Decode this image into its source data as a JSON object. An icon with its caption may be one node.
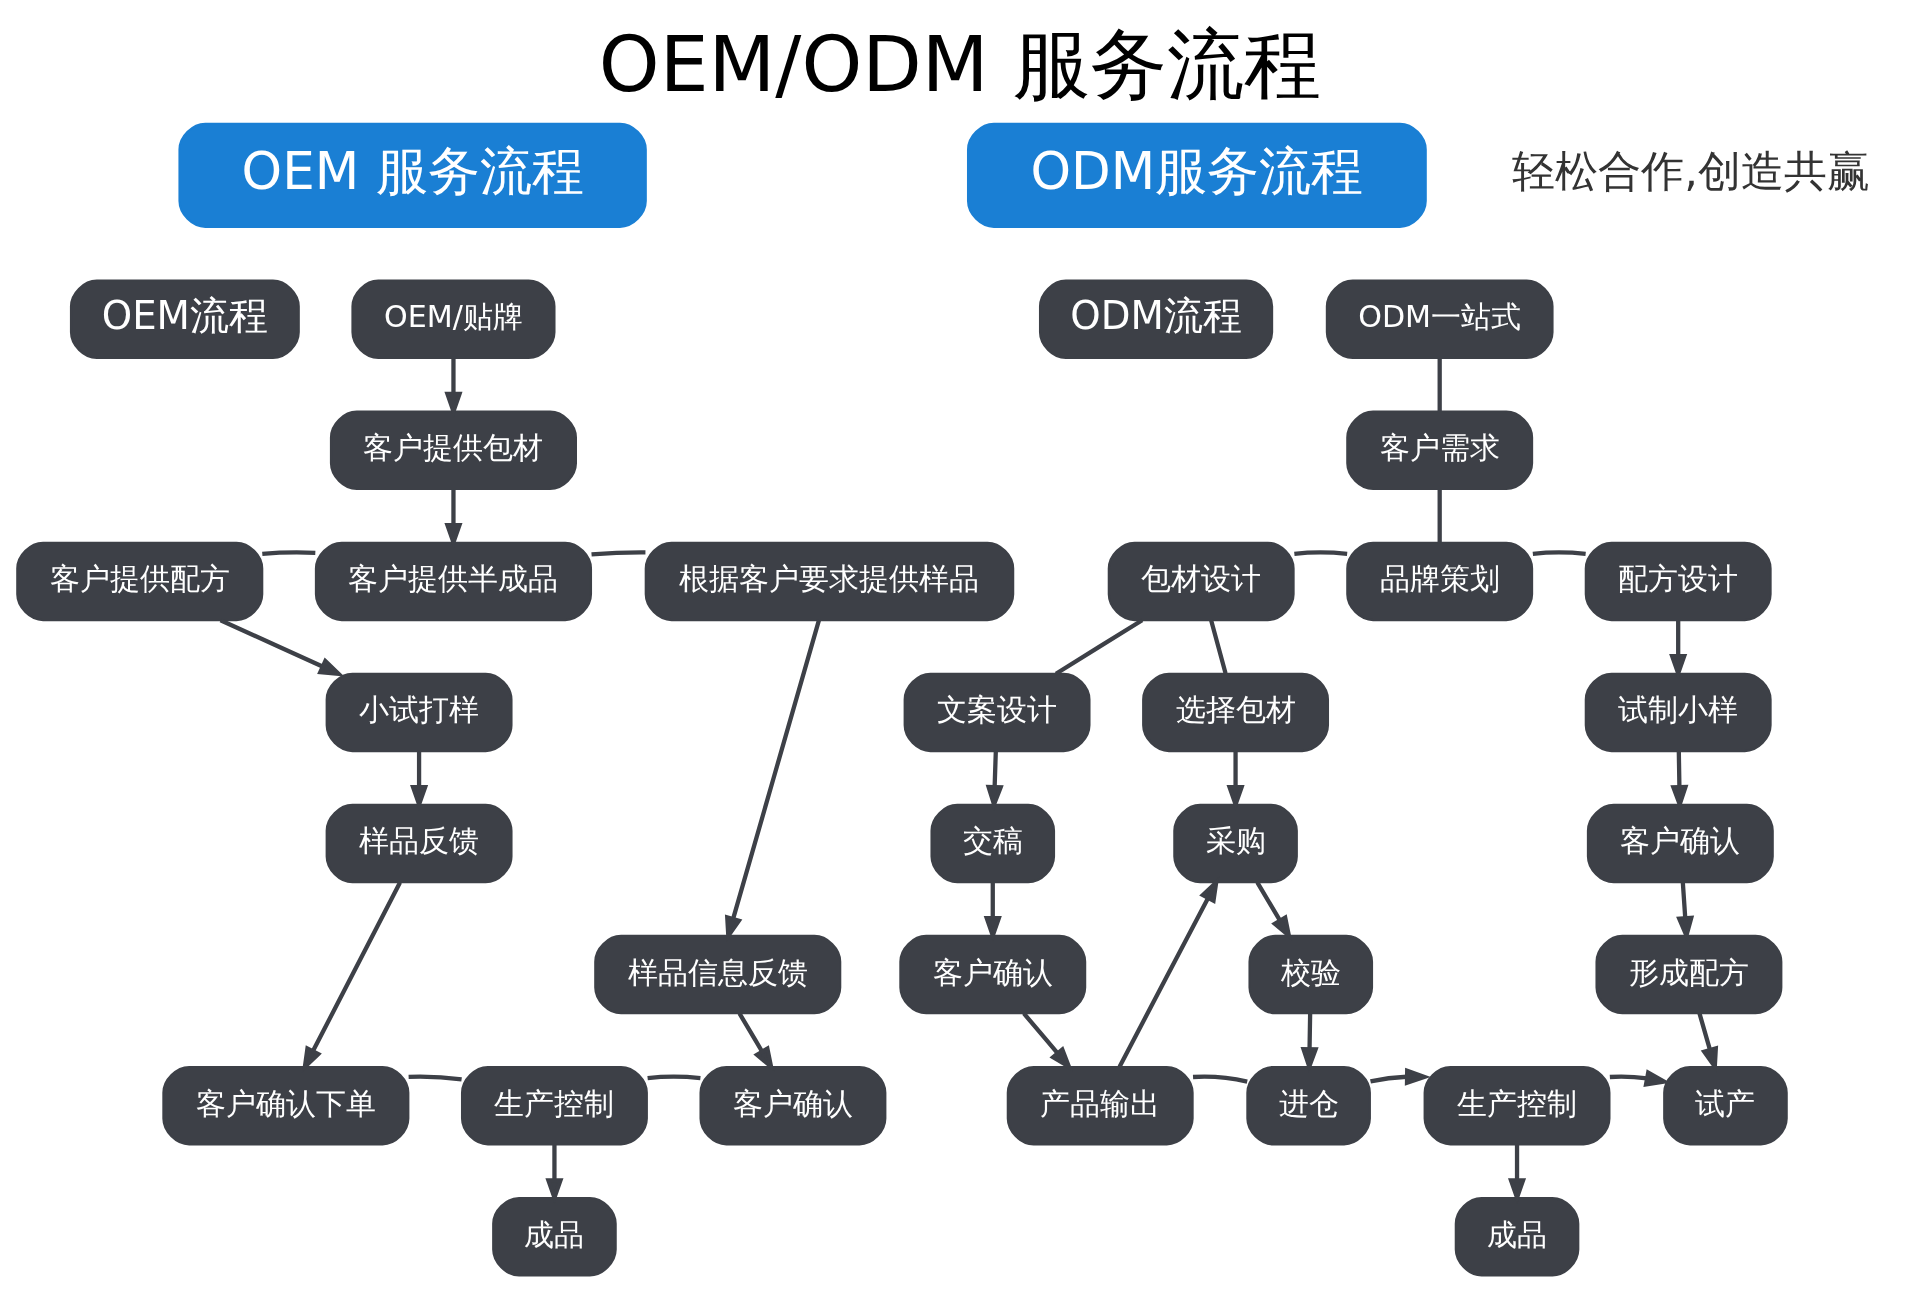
{
  "diagram": {
    "title": "OEM/ODM 服务流程",
    "nodes": [
      {
        "text": [
          "OEM 服务流程"
        ]
      },
      {
        "text": [
          "OEM流程"
        ]
      },
      {
        "text": [
          "OEM/贴牌"
        ]
      },
      {
        "text": [
          "客户提供包材"
        ]
      },
      {
        "text": [
          "客户提供配方"
        ]
      },
      {
        "text": [
          "客户提供半成品"
        ]
      },
      {
        "text": [
          "根据客户要求提供样品"
        ]
      },
      {
        "text": [
          "小试打样"
        ]
      },
      {
        "text": [
          "样品信息反馈"
        ]
      },
      {
        "text": [
          "样品反馈"
        ]
      },
      {
        "text": [
          "客户确认下单"
        ]
      },
      {
        "text": [
          "生产控制"
        ]
      },
      {
        "text": [
          "客户确认"
        ]
      },
      {
        "text": [
          "成品"
        ]
      },
      {
        "text": [
          "ODM服务流程"
        ]
      },
      {
        "text": [
          "ODM流程"
        ]
      },
      {
        "text": [
          "ODM一站式"
        ]
      },
      {
        "text": [
          "客户需求"
        ]
      },
      {
        "text": [
          "包材设计"
        ]
      },
      {
        "text": [
          "品牌策划"
        ]
      },
      {
        "text": [
          "配方设计"
        ]
      },
      {
        "text": [
          "文案设计"
        ]
      },
      {
        "text": [
          "选择包材"
        ]
      },
      {
        "text": [
          "试制小样"
        ]
      },
      {
        "text": [
          "交稿"
        ]
      },
      {
        "text": [
          "采购"
        ]
      },
      {
        "text": [
          "客户确认"
        ]
      },
      {
        "text": [
          "客户确认"
        ]
      },
      {
        "text": [
          "校验"
        ]
      },
      {
        "text": [
          "形成配方"
        ]
      },
      {
        "text": [
          "产品输出"
        ]
      },
      {
        "text": [
          "进仓"
        ]
      },
      {
        "text": [
          "生产控制"
        ]
      },
      {
        "text": [
          "试产"
        ]
      },
      {
        "text": [
          "成品"
        ]
      }
    ],
    "edges": [
      {
        "from": 2,
        "to": 3,
        "arrow": "to"
      },
      {
        "from": 3,
        "to": 5,
        "arrow": "to"
      },
      {
        "from": 4,
        "to": 5,
        "arrow": "none"
      },
      {
        "from": 5,
        "to": 6,
        "arrow": "none"
      },
      {
        "from": 4,
        "to": 7,
        "arrow": "to"
      },
      {
        "from": 7,
        "to": 9,
        "arrow": "to"
      },
      {
        "from": 9,
        "to": 10,
        "arrow": "to"
      },
      {
        "from": 6,
        "to": 8,
        "arrow": "to"
      },
      {
        "from": 8,
        "to": 12,
        "arrow": "to"
      },
      {
        "from": 10,
        "to": 11,
        "arrow": "none"
      },
      {
        "from": 11,
        "to": 12,
        "arrow": "none"
      },
      {
        "from": 11,
        "to": 13,
        "arrow": "to"
      },
      {
        "from": 16,
        "to": 17,
        "arrow": "none"
      },
      {
        "from": 17,
        "to": 19,
        "arrow": "none"
      },
      {
        "from": 18,
        "to": 19,
        "arrow": "none"
      },
      {
        "from": 19,
        "to": 20,
        "arrow": "none"
      },
      {
        "from": 18,
        "to": 21,
        "arrow": "none"
      },
      {
        "from": 18,
        "to": 22,
        "arrow": "none"
      },
      {
        "from": 21,
        "to": 24,
        "arrow": "to"
      },
      {
        "from": 24,
        "to": 27,
        "arrow": "to"
      },
      {
        "from": 27,
        "to": 30,
        "arrow": "to"
      },
      {
        "from": 30,
        "to": 25,
        "arrow": "to"
      },
      {
        "from": 22,
        "to": 25,
        "arrow": "to"
      },
      {
        "from": 25,
        "to": 28,
        "arrow": "to"
      },
      {
        "from": 28,
        "to": 31,
        "arrow": "to"
      },
      {
        "from": 30,
        "to": 31,
        "arrow": "none"
      },
      {
        "from": 31,
        "to": 32,
        "arrow": "to"
      },
      {
        "from": 32,
        "to": 33,
        "arrow": "to"
      },
      {
        "from": 32,
        "to": 34,
        "arrow": "to"
      },
      {
        "from": 20,
        "to": 23,
        "arrow": "to"
      },
      {
        "from": 23,
        "to": 26,
        "arrow": "to"
      },
      {
        "from": 26,
        "to": 29,
        "arrow": "to"
      },
      {
        "from": 29,
        "to": 33,
        "arrow": "to"
      }
    ],
    "labels": [
      "轻松合作,创造共赢"
    ]
  }
}
